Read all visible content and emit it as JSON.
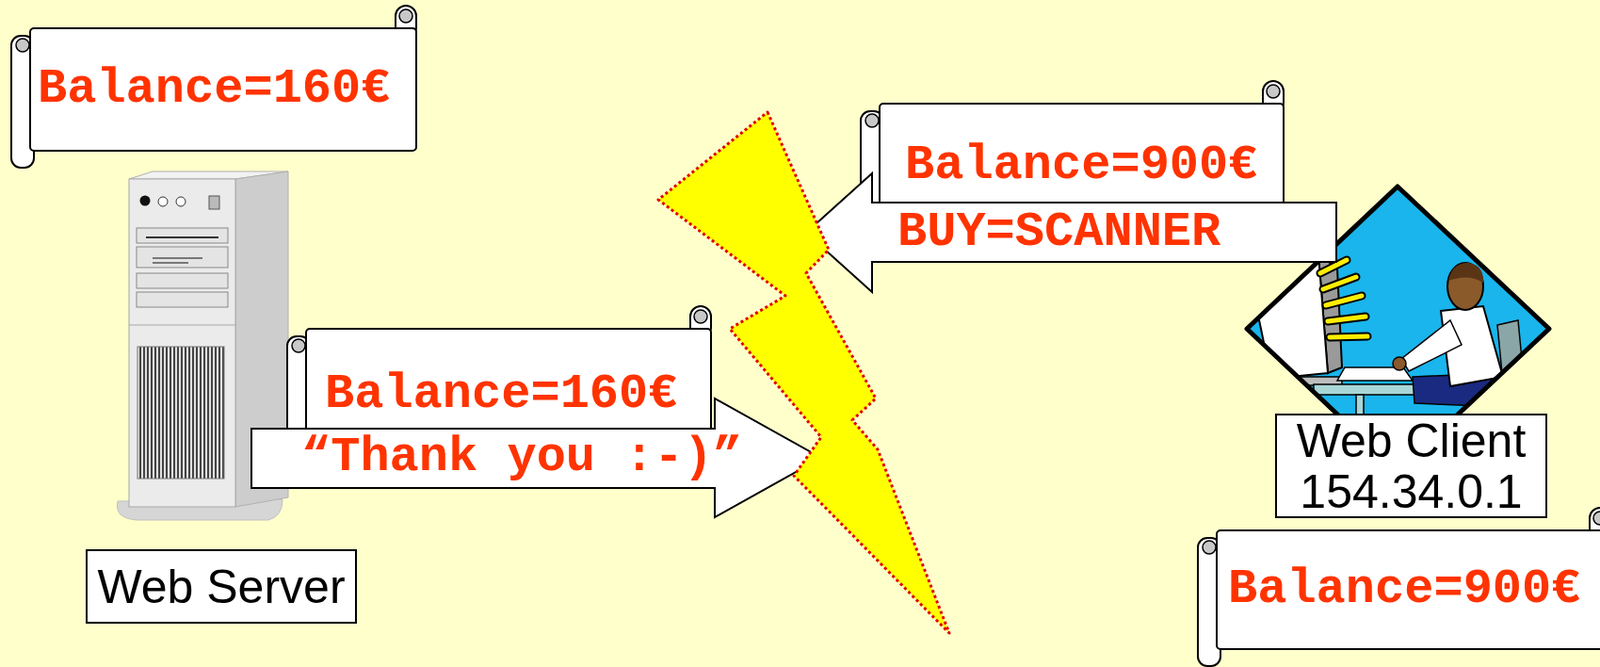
{
  "diagram": {
    "nodes": [
      {
        "text": [
          "Balance=160€"
        ]
      },
      {
        "text": [
          "Balance=900€"
        ]
      },
      {
        "text": [
          "BUY=SCANNER"
        ]
      },
      {
        "text": [
          "Balance=160€"
        ]
      },
      {
        "text": [
          "“Thank you :-)”"
        ]
      },
      {
        "text": [
          "Web Client 154.34.0.1"
        ]
      },
      {
        "text": [
          "Web Server"
        ]
      },
      {
        "text": [
          "Balance=900€"
        ]
      }
    ]
  }
}
